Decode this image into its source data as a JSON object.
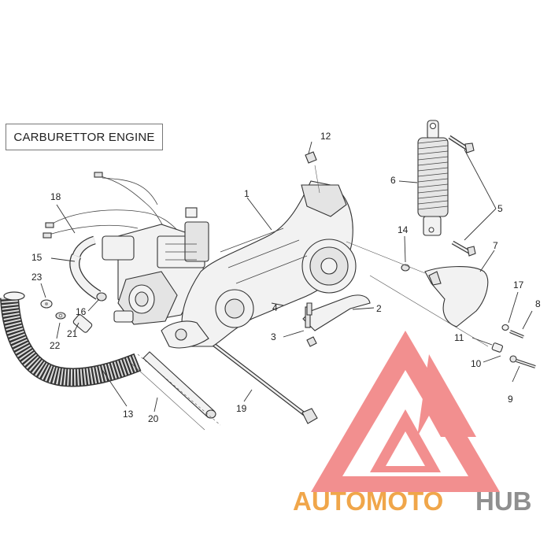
{
  "diagram": {
    "title": "CARBURETTOR ENGINE",
    "callouts": [
      {
        "id": "c1",
        "label": "1"
      },
      {
        "id": "c2",
        "label": "2"
      },
      {
        "id": "c3",
        "label": "3"
      },
      {
        "id": "c4",
        "label": "4"
      },
      {
        "id": "c5",
        "label": "5"
      },
      {
        "id": "c6",
        "label": "6"
      },
      {
        "id": "c7",
        "label": "7"
      },
      {
        "id": "c8",
        "label": "8"
      },
      {
        "id": "c9",
        "label": "9"
      },
      {
        "id": "c10",
        "label": "10"
      },
      {
        "id": "c11",
        "label": "11"
      },
      {
        "id": "c12",
        "label": "12"
      },
      {
        "id": "c13",
        "label": "13"
      },
      {
        "id": "c14",
        "label": "14"
      },
      {
        "id": "c15",
        "label": "15"
      },
      {
        "id": "c16",
        "label": "16"
      },
      {
        "id": "c17",
        "label": "17"
      },
      {
        "id": "c18",
        "label": "18"
      },
      {
        "id": "c19",
        "label": "19"
      },
      {
        "id": "c20",
        "label": "20"
      },
      {
        "id": "c21",
        "label": "21"
      },
      {
        "id": "c22",
        "label": "22"
      },
      {
        "id": "c23",
        "label": "23"
      }
    ]
  },
  "watermark": {
    "part1": "AUTOMOTO",
    "part2": "HUB",
    "color_primary": "#f0a64a",
    "color_secondary": "#8f8f8f",
    "logo_color": "#ee6a6a"
  }
}
